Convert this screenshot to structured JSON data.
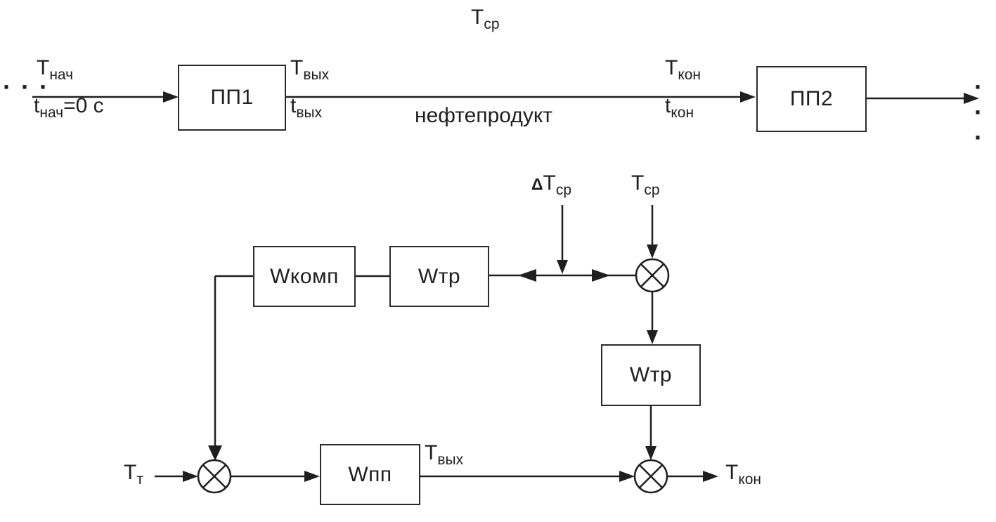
{
  "colors": {
    "ink": "#1f1f1f",
    "background": "#ffffff",
    "box_border": "#2b2b2b"
  },
  "top_diagram": {
    "avg_temp_title": {
      "main": "T",
      "sub": "ср"
    },
    "ellipsis_left": "· · ·",
    "ellipsis_right": "· · ·",
    "inlet_temp": {
      "main": "T",
      "sub": "нач"
    },
    "inlet_time": {
      "main": "t",
      "sub": "нач",
      "suffix": "=0 с"
    },
    "station1": "ПП1",
    "outlet_temp": {
      "main": "T",
      "sub": "вых"
    },
    "outlet_time": {
      "main": "t",
      "sub": "вых"
    },
    "medium_label": "нефтепродукт",
    "final_temp": {
      "main": "T",
      "sub": "кон"
    },
    "final_time": {
      "main": "t",
      "sub": "кон"
    },
    "station2": "ПП2"
  },
  "block_diagram": {
    "disturbance": {
      "delta": "Δ",
      "main": "T",
      "sub": "ср"
    },
    "ambient_temp": {
      "main": "T",
      "sub": "ср"
    },
    "compensator_block": "Wкомп",
    "transport_block_top": "Wтр",
    "transport_block_right": "Wтр",
    "plant_block": "Wпп",
    "heater_temp": {
      "main": "T",
      "sub": "т"
    },
    "output_temp": {
      "main": "T",
      "sub": "вых"
    },
    "final_temp": {
      "main": "T",
      "sub": "кон"
    }
  }
}
